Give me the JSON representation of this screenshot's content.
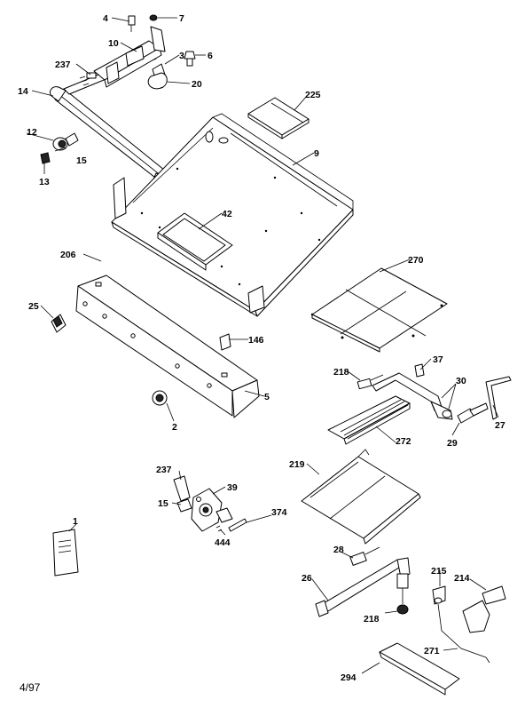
{
  "date_code": "4/97",
  "labels": {
    "p4": "4",
    "p7": "7",
    "p10": "10",
    "p3": "3",
    "p6": "6",
    "p237a": "237",
    "p20": "20",
    "p14": "14",
    "p225": "225",
    "p12": "12",
    "p15a": "15",
    "p13": "13",
    "p9": "9",
    "p42": "42",
    "p206": "206",
    "p270": "270",
    "p25": "25",
    "p146": "146",
    "p5": "5",
    "p2": "2",
    "p37": "37",
    "p218a": "218",
    "p30": "30",
    "p272": "272",
    "p29": "29",
    "p27": "27",
    "p219": "219",
    "p237b": "237",
    "p39": "39",
    "p15b": "15",
    "p374": "374",
    "p444": "444",
    "p1": "1",
    "p28": "28",
    "p26": "26",
    "p215": "215",
    "p214": "214",
    "p218b": "218",
    "p271": "271",
    "p294": "294"
  }
}
